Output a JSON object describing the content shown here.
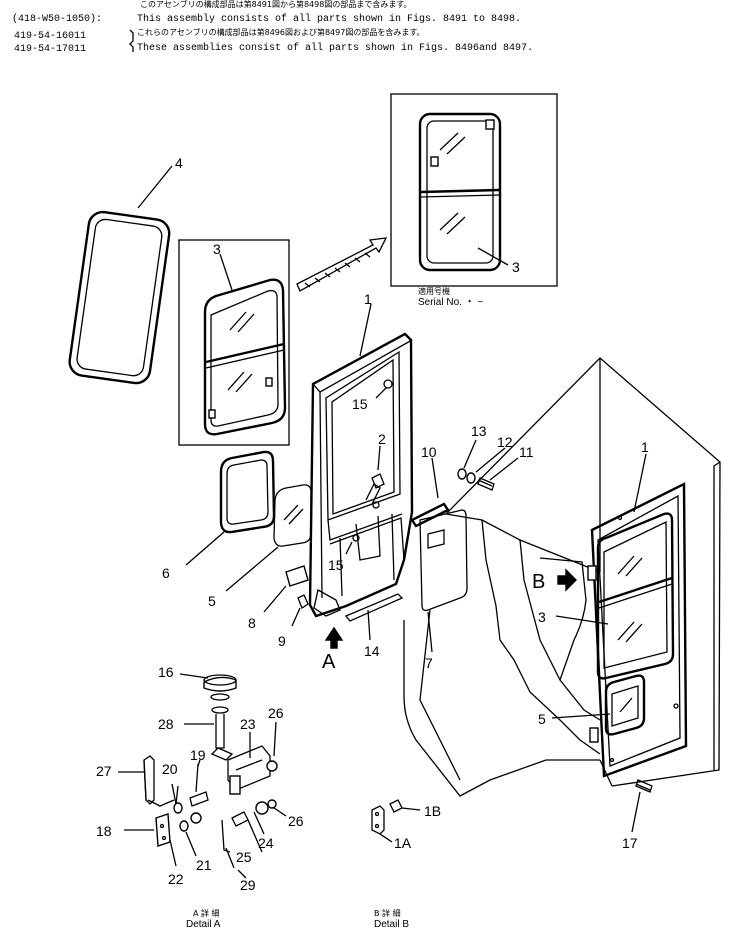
{
  "header": {
    "line1_jp": "このアセンブリの構成部品は第8491図から第8498図の部品まで含みます。",
    "line1_code": "(418-W50-1050):",
    "line1_en": "This assembly consists of all parts shown in Figs. 8491 to 8498.",
    "line2_jp": "これらのアセンブリの構成部品は第8496図および第8497図の部品を含みます。",
    "line2_code_a": "419-54-16011",
    "line2_code_b": "419-54-17011",
    "line2_en": "These assemblies consist of all parts shown in Figs. 8496and 8497."
  },
  "inset": {
    "serial_jp": "適用号機",
    "serial_label": "Serial No.  ・  ~"
  },
  "details": {
    "a_jp": "A 詳 細",
    "a_en": "Detail A",
    "b_jp": "B 詳 細",
    "b_en": "Detail B"
  },
  "view_labels": {
    "a": "A",
    "b": "B"
  },
  "callouts": {
    "c1": "1",
    "c1b": "1",
    "c2": "2",
    "c3a": "3",
    "c3b": "3",
    "c3c": "3",
    "c4": "4",
    "c5a": "5",
    "c5b": "5",
    "c6": "6",
    "c7": "7",
    "c8": "8",
    "c9": "9",
    "c10": "10",
    "c11": "11",
    "c12": "12",
    "c13": "13",
    "c14": "14",
    "c15a": "15",
    "c15b": "15",
    "c16": "16",
    "c17": "17",
    "c18": "18",
    "c19": "19",
    "c20": "20",
    "c21": "21",
    "c22": "22",
    "c23": "23",
    "c24": "24",
    "c25": "25",
    "c26a": "26",
    "c26b": "26",
    "c27": "27",
    "c28": "28",
    "c29": "29",
    "c1a": "1A",
    "c1b_detail": "1B"
  }
}
